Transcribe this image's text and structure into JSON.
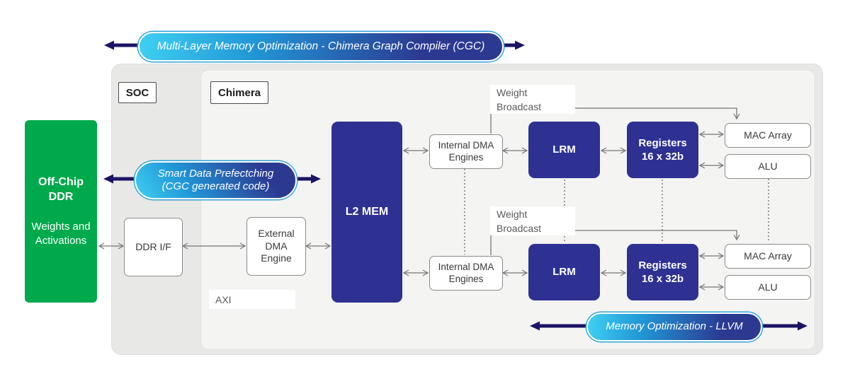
{
  "banners": {
    "top_label": "Multi-Layer Memory Optimization - Chimera Graph Compiler (CGC)",
    "prefetch_label": "Smart Data Prefectching\n(CGC generated code)",
    "llvm_label": "Memory Optimization - LLVM"
  },
  "labels": {
    "soc": "SOC",
    "chimera": "Chimera",
    "axi": "AXI",
    "weight_broadcast_top": "Weight\nBroadcast",
    "weight_broadcast_bottom": "Weight\nBroadcast"
  },
  "blocks": {
    "offchip_ddr_title": "Off-Chip DDR",
    "offchip_ddr_subtitle": "Weights and Activations",
    "ddr_if": "DDR I/F",
    "external_dma": "External\nDMA\nEngine",
    "l2_mem": "L2 MEM",
    "internal_dma_top": "Internal DMA\nEngines",
    "internal_dma_bottom": "Internal DMA\nEngines",
    "lrm_top": "LRM",
    "lrm_bottom": "LRM",
    "registers_top": "Registers\n16 x 32b",
    "registers_bottom": "Registers\n16 x 32b",
    "mac_array_top": "MAC Array",
    "mac_array_bottom": "MAC Array",
    "alu_top": "ALU",
    "alu_bottom": "ALU"
  },
  "colors": {
    "offchip_green": "#00a94c",
    "block_indigo": "#2e3192",
    "arrow_navy": "#1b1464",
    "pill_cyan": "#3fd0f2",
    "pill_indigo": "#2b3990",
    "connector_gray": "#767676",
    "soc_container_gray": "#e8e8e6",
    "chimera_container_gray": "#f4f4f2"
  }
}
